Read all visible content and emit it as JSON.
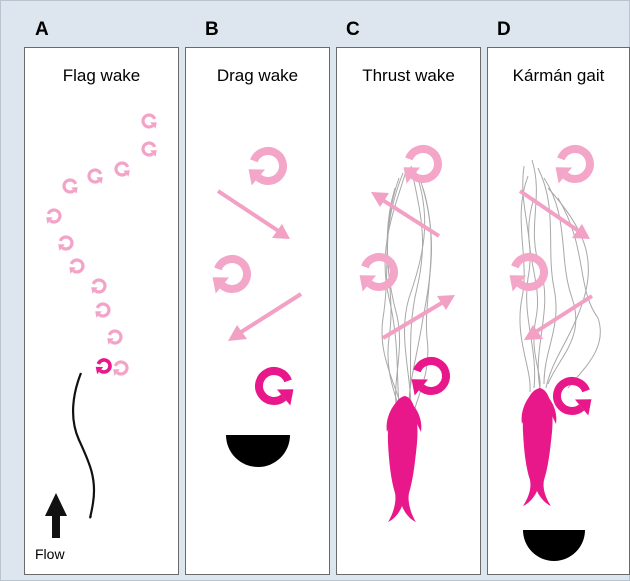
{
  "panels": [
    {
      "letter": "A",
      "title": "Flag wake",
      "flow_label": "Flow"
    },
    {
      "letter": "B",
      "title": "Drag wake"
    },
    {
      "letter": "C",
      "title": "Thrust wake"
    },
    {
      "letter": "D",
      "title": "Kármán gait"
    }
  ],
  "colors": {
    "background": "#dde6ee",
    "vortex_strong": "#e8188a",
    "vortex_light": "#f3a3c8",
    "arrow": "#f2a0c4",
    "fish": "#e8188a",
    "trail": "#a8a8a8",
    "cylinder": "#000000"
  },
  "icons": [
    "curl-vortex-icon",
    "wake-arrow-icon",
    "fish-icon",
    "cylinder-icon",
    "flow-arrow-icon"
  ]
}
